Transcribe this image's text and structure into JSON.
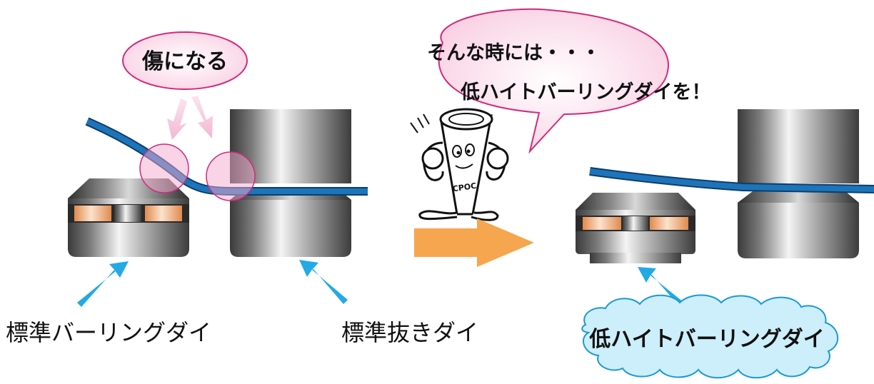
{
  "callouts": {
    "damage": "傷になる",
    "speech_line1": "そんな時には・・・",
    "speech_line2": "低ハイトバーリングダイを！",
    "cloud_label": "低ハイトバーリングダイ"
  },
  "labels": {
    "standard_burring_die": "標準バーリングダイ",
    "standard_punch_die": "標準抜きダイ"
  },
  "mascot": {
    "badge": "CPOC"
  },
  "colors": {
    "sheet": "#1e74b8",
    "arrow_cyan": "#22a9e6",
    "arrow_orange": "#f5a64e",
    "pink_bubble": "#fbd8e8",
    "pink_stroke": "#d12a7c",
    "cloud_fill": "#cdeefb",
    "cloud_stroke": "#1a9ad6"
  }
}
